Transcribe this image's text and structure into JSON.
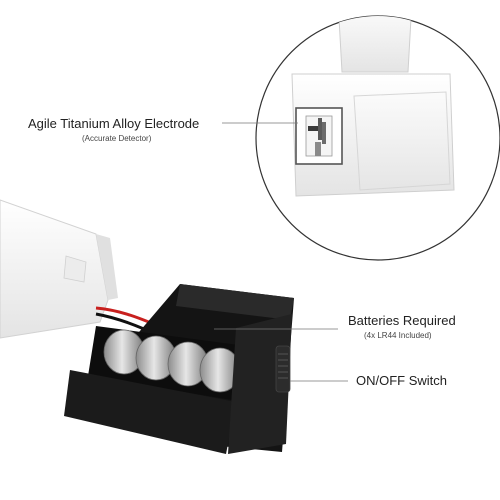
{
  "callouts": {
    "electrode": {
      "title": "Agile Titanium Alloy Electrode",
      "note": "(Accurate Detector)"
    },
    "batteries": {
      "title": "Batteries Required",
      "note": "(4x LR44  Included)"
    },
    "switch": {
      "title": "ON/OFF Switch"
    }
  },
  "colors": {
    "body_white": "#f4f4f4",
    "battery_box": "#1b1b1b",
    "battery_silver": "#b8b8b8",
    "wire_red": "#c8201e",
    "wire_black": "#111111",
    "electrode_metal": "#555555"
  }
}
